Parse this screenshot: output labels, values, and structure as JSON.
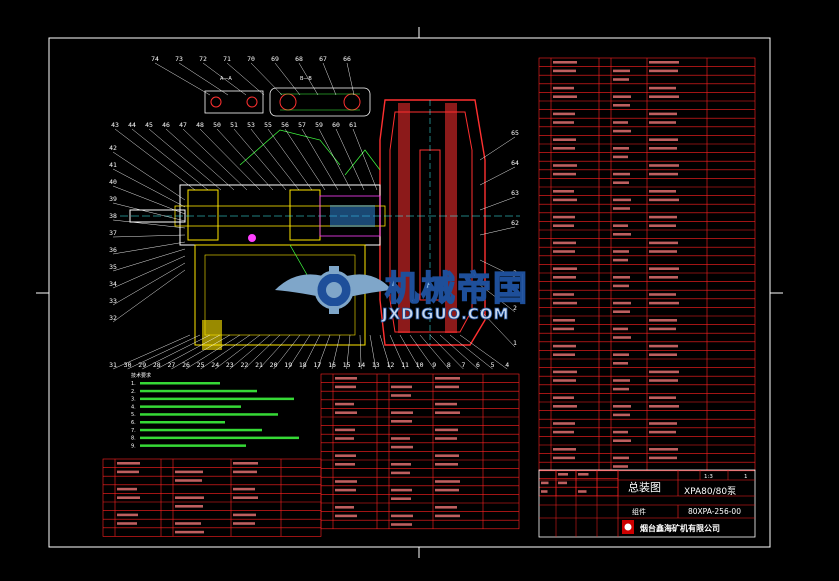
{
  "colors": {
    "background": "#000000",
    "border": "#ffffff",
    "table_line": "#ff2020",
    "part": "#ff3030",
    "part_blue": "#3aa0ff",
    "part_yellow": "#ffe600",
    "part_green": "#40ff40",
    "part_magenta": "#ff40ff",
    "part_cyan": "#40ffff",
    "logo_blue": "#1e4f9a",
    "logo_steel": "#7fa6c9",
    "stamp": "#cc0000"
  },
  "watermark": {
    "title": "机械帝国",
    "site": "JXDIGUO.COM",
    "icon": "gear-wings-logo-icon"
  },
  "title_block": {
    "drawing_name": "总装图",
    "model": "XPA80/80泵",
    "type_label": "组件",
    "drawing_no": "80XPA-256-00",
    "company": "烟台鑫海矿机有限公司",
    "scale": "1:3",
    "sheet": "1"
  },
  "balloons": {
    "top_row": [
      "74",
      "73",
      "72",
      "71",
      "70",
      "69",
      "68",
      "67",
      "66"
    ],
    "upper_row": [
      "43",
      "44",
      "45",
      "46",
      "47",
      "48",
      "50",
      "51",
      "53",
      "55",
      "56",
      "57",
      "59",
      "60",
      "61"
    ],
    "left_col": [
      "42",
      "41",
      "40",
      "39",
      "38",
      "37",
      "36",
      "35",
      "34",
      "33",
      "32"
    ],
    "bottom_row": [
      "31",
      "30",
      "29",
      "28",
      "27",
      "26",
      "25",
      "24",
      "23",
      "22",
      "21",
      "20",
      "19",
      "18",
      "17",
      "16",
      "15",
      "14",
      "13",
      "12",
      "11",
      "10",
      "9",
      "8",
      "7",
      "6",
      "5",
      "4"
    ],
    "right_col": [
      "65",
      "64",
      "63",
      "62",
      "3",
      "2",
      "1"
    ]
  },
  "notes_title": "技术要求",
  "icons": {
    "company_badge": "company-logo-icon"
  }
}
